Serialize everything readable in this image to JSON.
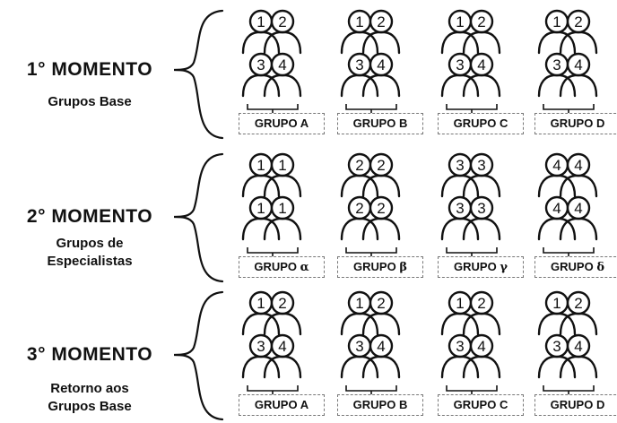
{
  "moments": [
    {
      "title": "1° MOMENTO",
      "subtitle_lines": [
        "Grupos Base"
      ],
      "groups": [
        {
          "label_prefix": "GRUPO",
          "label_suffix": "A",
          "members": [
            "1",
            "2",
            "3",
            "4"
          ]
        },
        {
          "label_prefix": "GRUPO",
          "label_suffix": "B",
          "members": [
            "1",
            "2",
            "3",
            "4"
          ]
        },
        {
          "label_prefix": "GRUPO",
          "label_suffix": "C",
          "members": [
            "1",
            "2",
            "3",
            "4"
          ]
        },
        {
          "label_prefix": "GRUPO",
          "label_suffix": "D",
          "members": [
            "1",
            "2",
            "3",
            "4"
          ]
        }
      ]
    },
    {
      "title": "2° MOMENTO",
      "subtitle_lines": [
        "Grupos de",
        "Especialistas"
      ],
      "groups": [
        {
          "label_prefix": "GRUPO",
          "label_suffix": "α",
          "members": [
            "1",
            "1",
            "1",
            "1"
          ]
        },
        {
          "label_prefix": "GRUPO",
          "label_suffix": "β",
          "members": [
            "2",
            "2",
            "2",
            "2"
          ]
        },
        {
          "label_prefix": "GRUPO",
          "label_suffix": "γ",
          "members": [
            "3",
            "3",
            "3",
            "3"
          ]
        },
        {
          "label_prefix": "GRUPO",
          "label_suffix": "δ",
          "members": [
            "4",
            "4",
            "4",
            "4"
          ]
        }
      ]
    },
    {
      "title": "3° MOMENTO",
      "subtitle_lines": [
        "Retorno aos",
        "Grupos Base"
      ],
      "groups": [
        {
          "label_prefix": "GRUPO",
          "label_suffix": "A",
          "members": [
            "1",
            "2",
            "3",
            "4"
          ]
        },
        {
          "label_prefix": "GRUPO",
          "label_suffix": "B",
          "members": [
            "1",
            "2",
            "3",
            "4"
          ]
        },
        {
          "label_prefix": "GRUPO",
          "label_suffix": "C",
          "members": [
            "1",
            "2",
            "3",
            "4"
          ]
        },
        {
          "label_prefix": "GRUPO",
          "label_suffix": "D",
          "members": [
            "1",
            "2",
            "3",
            "4"
          ]
        }
      ]
    }
  ]
}
